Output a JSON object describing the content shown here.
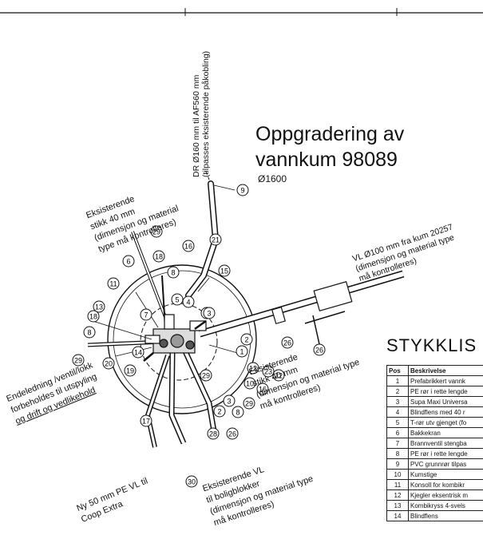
{
  "title_lines": [
    "Oppgradering av",
    "vannkum 98089"
  ],
  "diameter": "Ø1600",
  "labels": {
    "dr_pipe": [
      "DR Ø160 mm til AF560 mm",
      "(tilpasses eksisterende påkobling)"
    ],
    "existing_top": [
      "Eksisterende",
      "stikk  40 mm",
      "(dimensjon og material",
      "type må kontrolleres)"
    ],
    "vl_pipe": [
      "VL Ø100 mm fra kum  20257",
      "(dimensjon og material type",
      "må kontrolleres)"
    ],
    "end_line": [
      "Endeledning /ventil/lokk",
      "forbeholdes til utspyling",
      "og drift og vedlikehold"
    ],
    "existing_right": [
      "Eksisterende",
      "stikk 40 mm",
      "(dimensjon og material type",
      "må kontrolleres)"
    ],
    "new_pe": [
      "Ny 50 mm PE VL til",
      "Coop Extra"
    ],
    "existing_vl": [
      "Eksisterende VL",
      "til boligblokker",
      "(dimensjon og material type",
      "må kontrolleres)"
    ]
  },
  "callouts": [
    "9",
    "29",
    "16",
    "21",
    "15",
    "6",
    "18",
    "8",
    "11",
    "5",
    "4",
    "6",
    "7",
    "3",
    "13",
    "18",
    "8",
    "29",
    "20",
    "14",
    "19",
    "2",
    "1",
    "12",
    "23",
    "22",
    "10",
    "16",
    "29",
    "3",
    "2",
    "8",
    "29",
    "17",
    "28",
    "26",
    "30",
    "26",
    "26"
  ],
  "stykkliste": {
    "heading": "STYKKLIS",
    "columns": [
      "Pos",
      "Beskrivelse"
    ],
    "rows": [
      [
        "1",
        "Prefabrikkert vannk"
      ],
      [
        "2",
        "PE rør i rette lengde"
      ],
      [
        "3",
        "Supa Maxi Universa"
      ],
      [
        "4",
        "Blindflens med 40 r"
      ],
      [
        "5",
        "T-rør utv gjenget (fo"
      ],
      [
        "6",
        "Bakkekran"
      ],
      [
        "7",
        "Brannventil stengba"
      ],
      [
        "8",
        "PE rør i rette lengde"
      ],
      [
        "9",
        "PVC grunnrør tilpas"
      ],
      [
        "10",
        "Kumstige"
      ],
      [
        "11",
        "Konsoll for kombikr"
      ],
      [
        "12",
        "Kjegler eksentrisk m"
      ],
      [
        "13",
        "Kombikryss 4-svels"
      ],
      [
        "14",
        "Blindflens"
      ]
    ]
  }
}
